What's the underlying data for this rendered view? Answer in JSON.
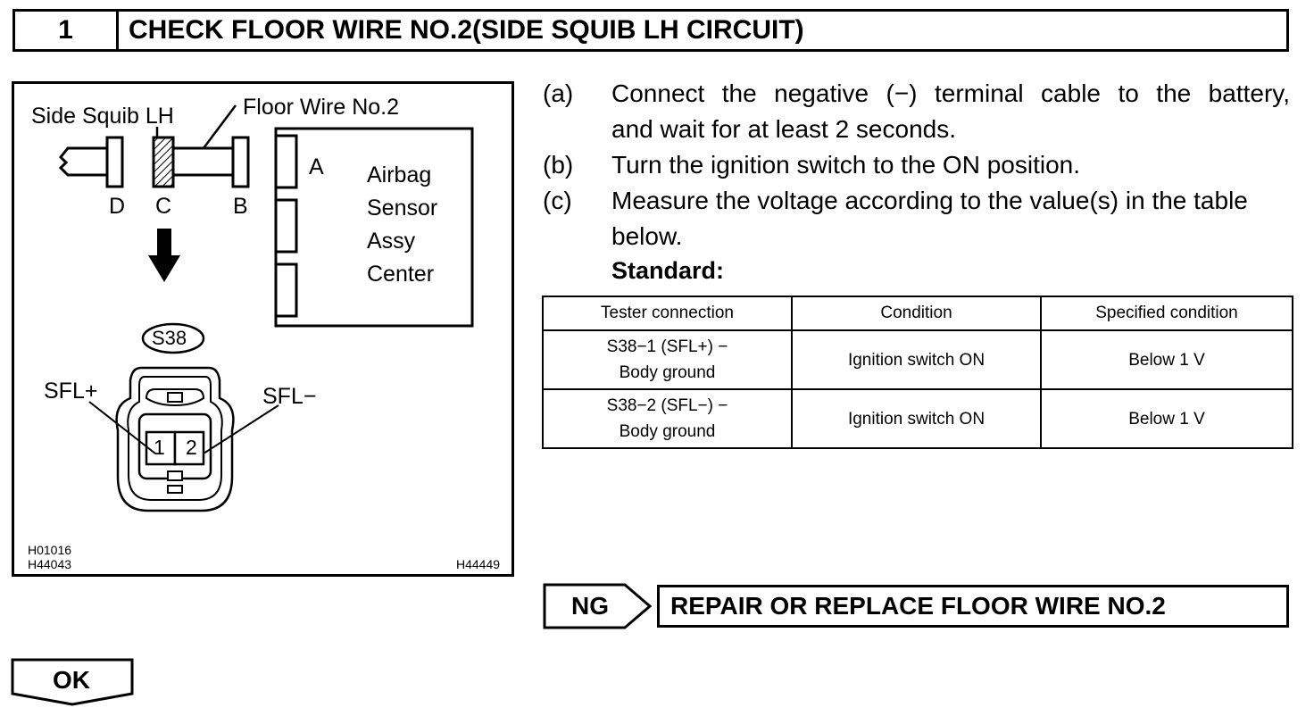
{
  "header": {
    "step_number": "1",
    "title": "CHECK FLOOR WIRE NO.2(SIDE SQUIB LH CIRCUIT)"
  },
  "figure": {
    "label_side_squib": "Side Squib LH",
    "label_floor_wire": "Floor Wire No.2",
    "connector_letters": {
      "a": "A",
      "b": "B",
      "c": "C",
      "d": "D"
    },
    "airbag_sensor_lines": [
      "Airbag",
      "Sensor",
      "Assy",
      "Center"
    ],
    "connector_id": "S38",
    "pin_label_plus": "SFL+",
    "pin_label_minus": "SFL−",
    "pin_1": "1",
    "pin_2": "2",
    "code_1": "H01016",
    "code_2": "H44043",
    "code_3": "H44449"
  },
  "steps": [
    {
      "letter": "(a)",
      "lines": [
        "Connect the negative (−) terminal cable to the battery,",
        "and wait for at least 2 seconds."
      ]
    },
    {
      "letter": "(b)",
      "lines": [
        "Turn the ignition switch to the ON position."
      ]
    },
    {
      "letter": "(c)",
      "lines": [
        "Measure the voltage according to the value(s) in the table",
        "below."
      ]
    }
  ],
  "standard_label": "Standard:",
  "table": {
    "headers": [
      "Tester connection",
      "Condition",
      "Specified condition"
    ],
    "rows": [
      {
        "tester_line1": "S38−1 (SFL+) −",
        "tester_line2": "Body ground",
        "condition": "Ignition switch ON",
        "specified": "Below 1 V"
      },
      {
        "tester_line1": "S38−2 (SFL−) −",
        "tester_line2": "Body ground",
        "condition": "Ignition switch ON",
        "specified": "Below 1 V"
      }
    ]
  },
  "ng": {
    "label": "NG",
    "action": "REPAIR OR REPLACE FLOOR WIRE NO.2"
  },
  "ok": {
    "label": "OK"
  }
}
